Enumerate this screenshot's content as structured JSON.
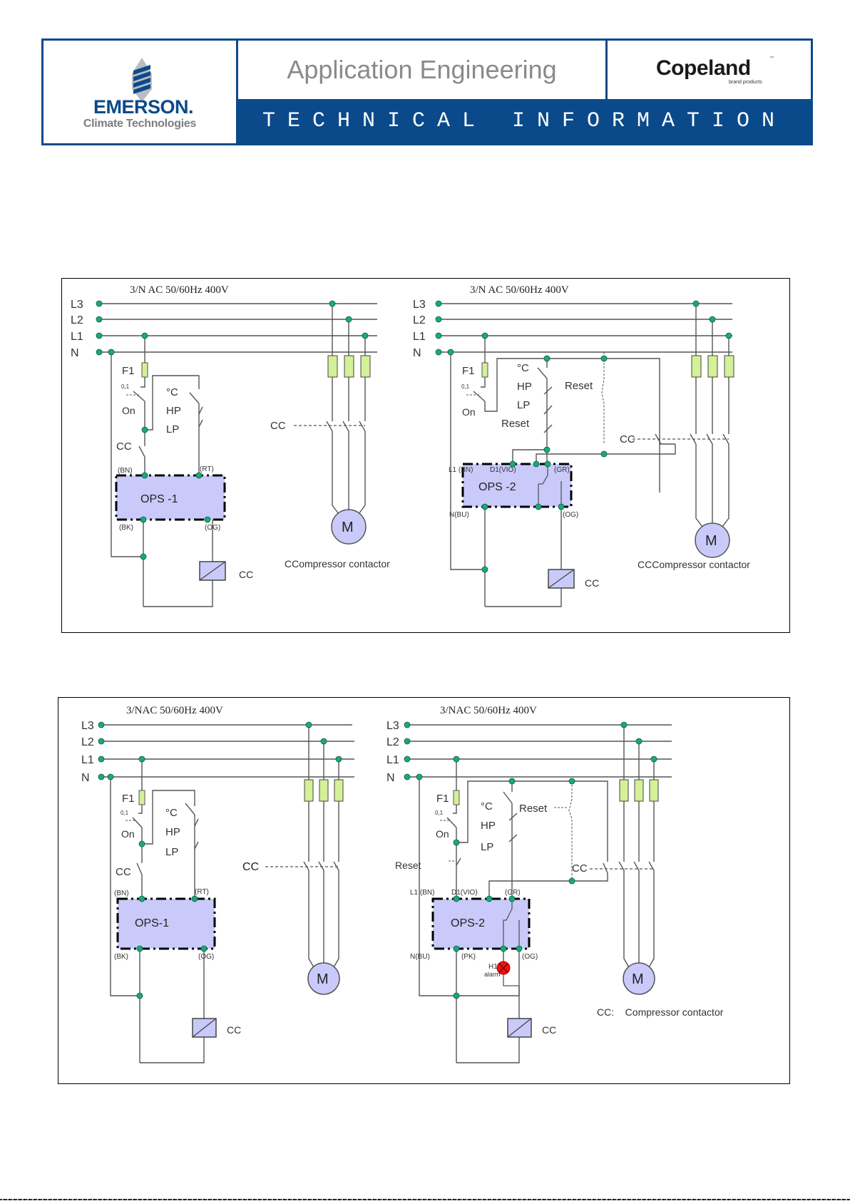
{
  "header": {
    "company_name": "EMERSON.",
    "company_subtitle": "Climate Technologies",
    "section_title": "Application Engineering",
    "brand_name": "Copeland",
    "brand_tm": "™",
    "brand_subtitle": "brand products",
    "banner_text": "TECHNICAL INFORMATION"
  },
  "colors": {
    "brand_blue": "#0b4a8a",
    "node_green": "#1aaa7a",
    "module_fill": "#c9cafa",
    "fuse_fill": "#d4f098",
    "alarm_red": "#ee1111"
  },
  "diagrams": {
    "supply_label": "3/N AC 50/60Hz 400V",
    "supply_label_alt": "3/NAC 50/60Hz 400V",
    "bus_labels": [
      "L3",
      "L2",
      "L1",
      "N"
    ],
    "fuse_label": "F1",
    "fuse_rating": "0,1",
    "on_label": "On",
    "temp_label": "°C",
    "hp_label": "HP",
    "lp_label": "LP",
    "reset_label": "Reset",
    "contactor_label": "CC",
    "motor_label": "M",
    "ops1_label": "OPS -1",
    "ops1_label_alt": "OPS-1",
    "ops2_label": "OPS -2",
    "ops2_label_alt": "OPS-2",
    "terminals": {
      "bn": "(BN)",
      "rt": "(RT)",
      "bk": "(BK)",
      "og": "(OG)",
      "l1_bn": "L1 (BN)",
      "d1_vio": "D1(VIO)",
      "gr": "(GR)",
      "n_bu": "N(BU)",
      "pk": "(PK)"
    },
    "alarm_label": "H1",
    "alarm_sub": "alarm",
    "legend_1a": "CCompressor contactor",
    "legend_1b": "CCCompressor contactor",
    "legend_2": "CC:    Compressor contactor"
  }
}
